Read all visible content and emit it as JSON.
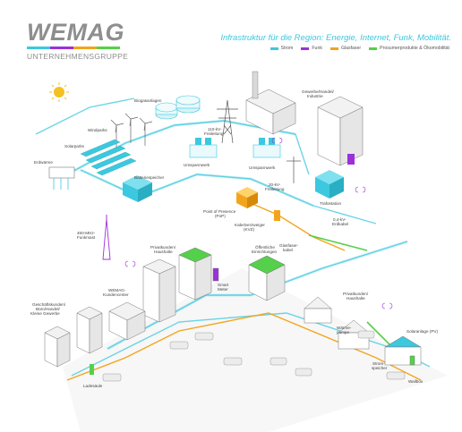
{
  "brand": {
    "name": "WEMAG",
    "subtitle": "UNTERNEHMENSGRUPPE",
    "bar_colors": [
      "#3cc8de",
      "#9b30d9",
      "#f2a51c",
      "#55d04a"
    ]
  },
  "headline": "Infrastruktur für die Region: Energie, Internet, Funk, Mobilität.",
  "legend": [
    {
      "label": "Strom",
      "color": "#3cc8de"
    },
    {
      "label": "Funk",
      "color": "#9b30d9"
    },
    {
      "label": "Glasfaser",
      "color": "#f2a51c"
    },
    {
      "label": "Prosumerprodukte & Ökomobilität",
      "color": "#55d04a"
    }
  ],
  "labels": {
    "biogas": "Biogasanlagen",
    "wind": "Windparks",
    "solar": "Solarparks",
    "earth": "Erdwärme",
    "battery": "Batteriespeicher",
    "uw1": "Umspannwerk",
    "uw2": "Umspannwerk",
    "kv110a": "110-kV-",
    "kv110b": "Freileitung",
    "industry1": "Gewerbe/Handel/",
    "industry2": "Industrie",
    "kv20a": "20-kV-",
    "kv20b": "Freileitung",
    "trafo": "Trafostation",
    "pop1": "Point of Presence",
    "pop2": "(PoP)",
    "kvz1": "Kabelverzweiger",
    "kvz2": "(KVZ)",
    "kv04a": "0,4-kV-",
    "kv04b": "Erdkabel",
    "fiber1": "Glasfaser-",
    "fiber2": "kabel",
    "mast1": "450-MHz-",
    "mast2": "Funkmast",
    "private1a": "Privatkunden/",
    "private1b": "Haushalte",
    "public1": "Öffentliche",
    "public2": "Einrichtungen",
    "smart1": "Smart",
    "smart2": "Meter",
    "wemag1": "WEMAG-",
    "wemag2": "Kundencenter",
    "biz1": "Geschäftskunden/",
    "biz2": "Büro/Handel/",
    "biz3": "Kleine Gewerbe",
    "private2a": "Privatkunden/",
    "private2b": "Haushalte",
    "heatpump1": "Wärme-",
    "heatpump2": "pumpe",
    "storage1": "Strom-",
    "storage2": "speicher",
    "pv": "Solaranlage (PV)",
    "wallbox": "Wallbox",
    "charging": "Ladesäule"
  }
}
